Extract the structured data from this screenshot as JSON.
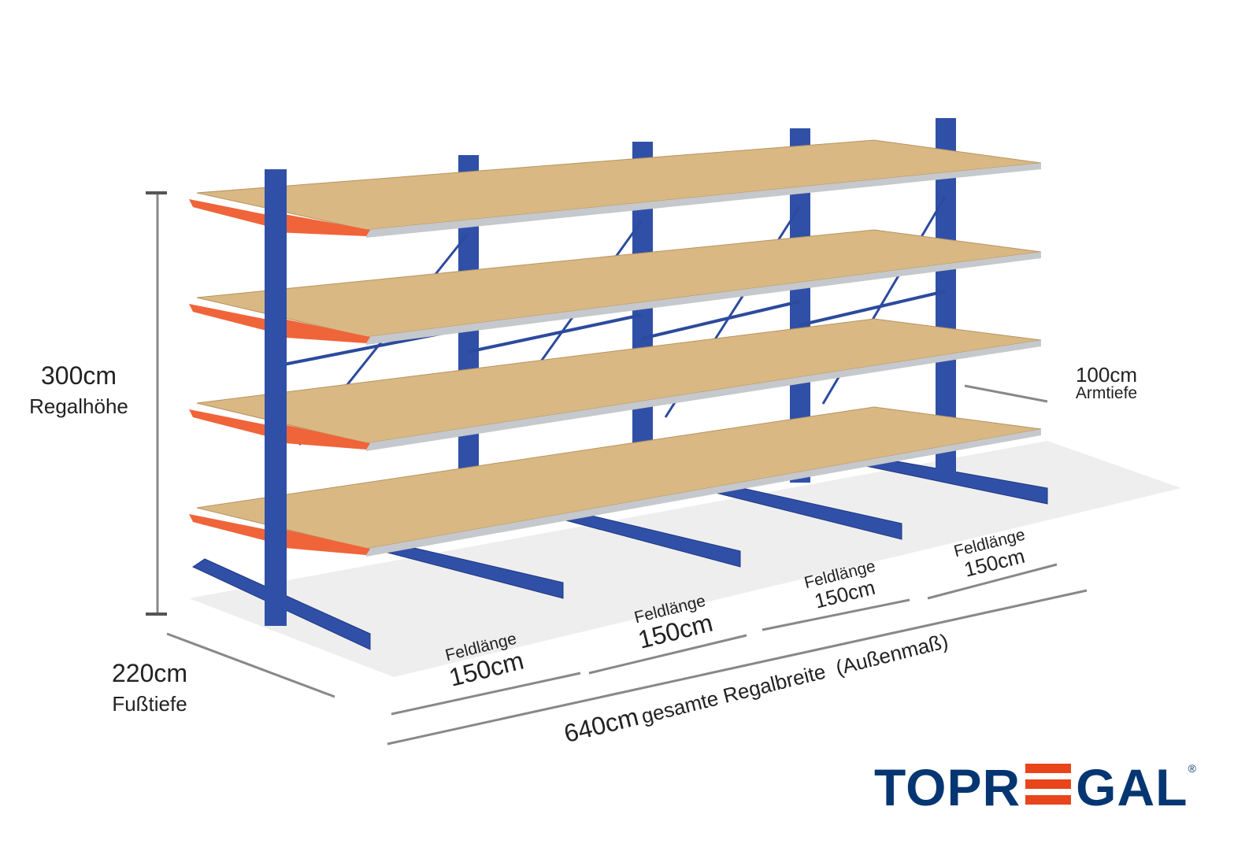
{
  "dimensions": {
    "height": {
      "value": "300cm",
      "label": "Regalhöhe"
    },
    "foot_depth": {
      "value": "220cm",
      "label": "Fußtiefe"
    },
    "arm_depth": {
      "value": "100cm",
      "label": "Armtiefe"
    },
    "fields": [
      {
        "label": "Feldlänge",
        "value": "150cm"
      },
      {
        "label": "Feldlänge",
        "value": "150cm"
      },
      {
        "label": "Feldlänge",
        "value": "150cm"
      },
      {
        "label": "Feldlänge",
        "value": "150cm"
      }
    ],
    "total_width": {
      "value": "640cm",
      "label": "gesamte Regalbreite",
      "note": "(Außenmaß)"
    }
  },
  "logo": {
    "before": "TOPR",
    "after": "GAL",
    "mark": "®"
  },
  "colors": {
    "upright": "#3050a8",
    "arm": "#f0643a",
    "shelf": "#d9b883",
    "logo_blue": "#063672",
    "logo_red": "#e8451b"
  }
}
